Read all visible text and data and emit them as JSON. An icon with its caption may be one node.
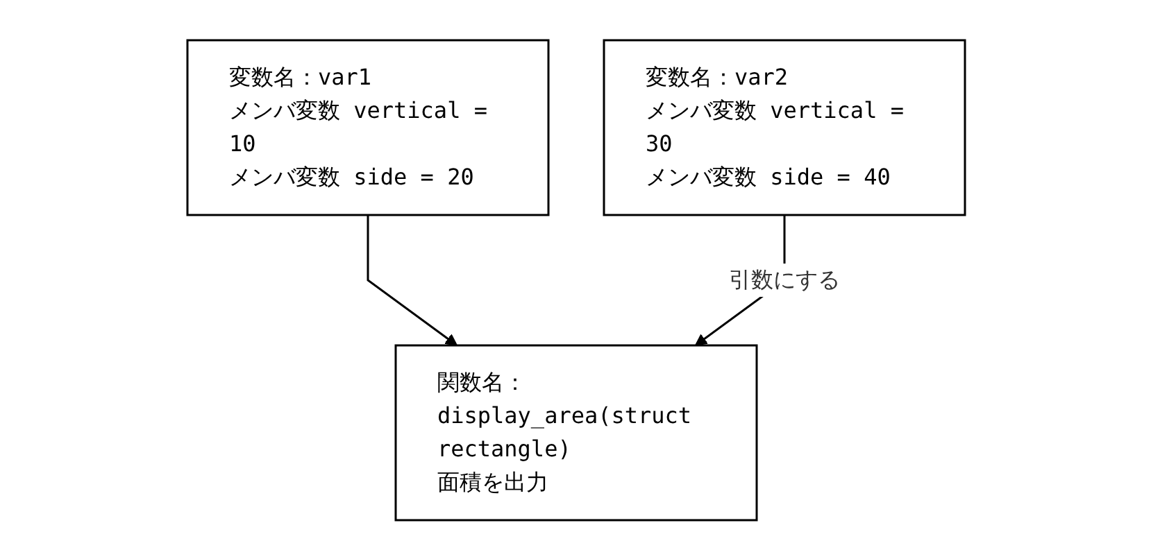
{
  "diagram": {
    "nodes": [
      {
        "text": [
          "変数名：var1",
          "メンバ変数 vertical = 10",
          "メンバ変数 side = 20"
        ]
      },
      {
        "text": [
          "変数名：var2",
          "メンバ変数 vertical = 30",
          "メンバ変数 side = 40"
        ]
      },
      {
        "text": [
          "関数名：display_area(struct rectangle)",
          "面積を出力"
        ]
      }
    ],
    "edges": [
      {
        "from": 0,
        "to": 2,
        "arrow": "to"
      },
      {
        "from": 1,
        "to": 2,
        "arrow": "to",
        "label": "引数にする"
      }
    ]
  }
}
